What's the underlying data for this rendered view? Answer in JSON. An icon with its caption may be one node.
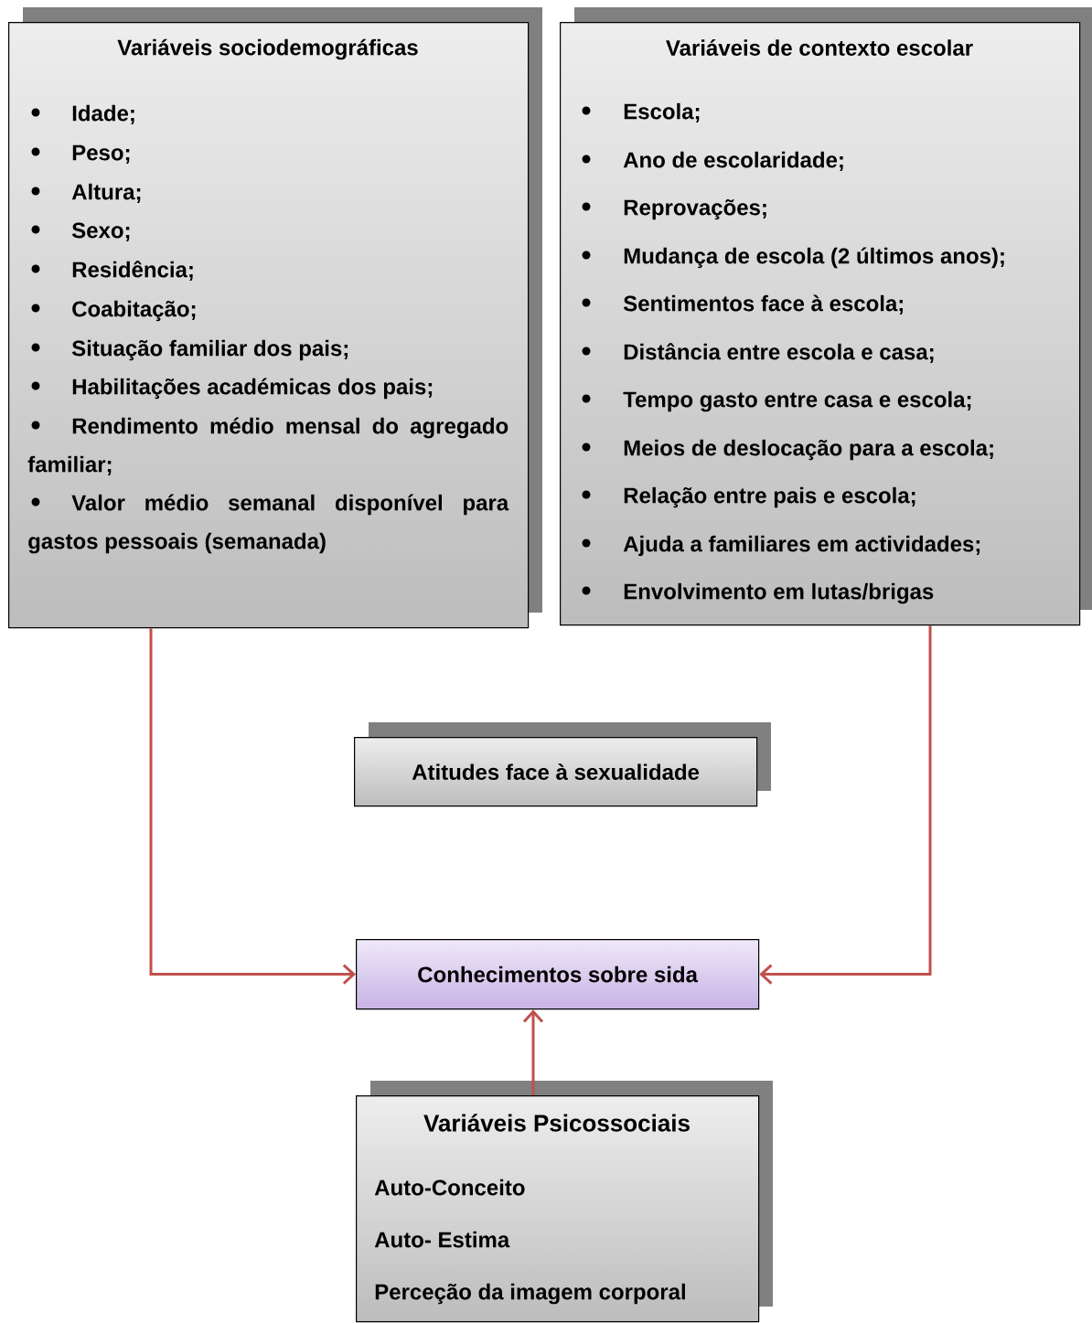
{
  "diagram": {
    "nodes": [
      {
        "text": [
          "Variáveis sociodemográficas",
          "Idade;",
          "Peso;",
          "Altura;",
          "Sexo;",
          "Residência;",
          "Coabitação;",
          "Situação familiar dos pais;",
          "Habilitações académicas dos pais;",
          "Rendimento médio mensal do agregado familiar;",
          "Valor médio semanal disponível para gastos pessoais (semanada)"
        ]
      },
      {
        "text": [
          "Variáveis de contexto escolar",
          "Escola;",
          "Ano de escolaridade;",
          "Reprovações;",
          "Mudança de escola (2 últimos anos);",
          "Sentimentos face à escola;",
          "Distância entre escola e casa;",
          "Tempo gasto entre casa e escola;",
          "Meios de deslocação para a escola;",
          "Relação entre pais e escola;",
          "Ajuda a familiares em actividades;",
          "Envolvimento em lutas/brigas"
        ]
      },
      {
        "text": [
          "Atitudes face à sexualidade"
        ]
      },
      {
        "text": [
          "Conhecimentos sobre sida"
        ]
      },
      {
        "text": [
          "Variáveis Psicossociais",
          "Auto-Conceito",
          "Auto- Estima",
          "Perceção da imagem corporal"
        ]
      }
    ],
    "edges": [
      {
        "from": 0,
        "to": 3,
        "arrow": "to"
      },
      {
        "from": 1,
        "to": 3,
        "arrow": "to"
      },
      {
        "from": 4,
        "to": 3,
        "arrow": "to"
      }
    ]
  }
}
